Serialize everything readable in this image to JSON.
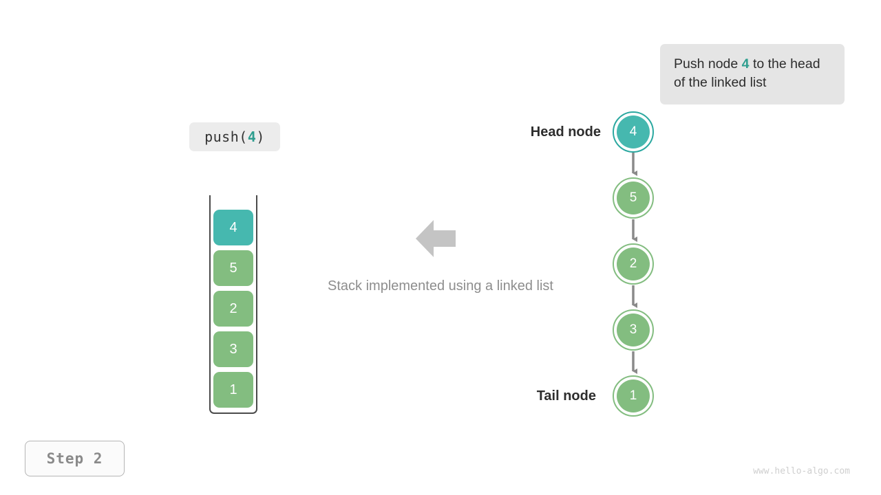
{
  "callout": {
    "text_before": "Push node ",
    "highlight": "4",
    "text_after": " to the head of the linked list",
    "bg_color": "#e5e5e5",
    "accent_color": "#2e9e8f"
  },
  "operation_label": {
    "prefix": "push(",
    "value": "4",
    "suffix": ")"
  },
  "stack": {
    "cells": [
      {
        "value": "4",
        "state": "highlight"
      },
      {
        "value": "5",
        "state": "normal"
      },
      {
        "value": "2",
        "state": "normal"
      },
      {
        "value": "3",
        "state": "normal"
      },
      {
        "value": "1",
        "state": "normal"
      }
    ],
    "colors": {
      "normal": "#83bd80",
      "highlight": "#46b8af"
    }
  },
  "middle": {
    "caption": "Stack implemented using a linked list",
    "arrow_direction": "left",
    "arrow_color": "#c4c4c4"
  },
  "linked_list": {
    "head_label": "Head node",
    "tail_label": "Tail node",
    "nodes": [
      {
        "value": "4",
        "state": "highlight"
      },
      {
        "value": "5",
        "state": "normal"
      },
      {
        "value": "2",
        "state": "normal"
      },
      {
        "value": "3",
        "state": "normal"
      },
      {
        "value": "1",
        "state": "normal"
      }
    ],
    "colors": {
      "normal": "#83bd80",
      "highlight": "#46b8af",
      "link": "#8a8a8a"
    }
  },
  "step_badge": "Step 2",
  "watermark": "www.hello-algo.com"
}
